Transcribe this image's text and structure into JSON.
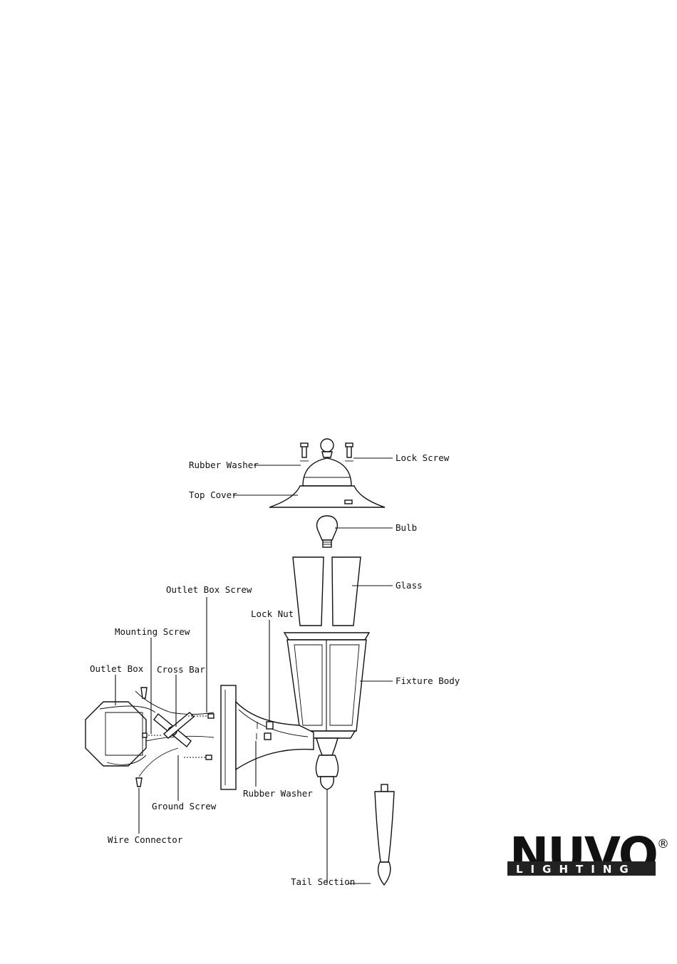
{
  "labels": {
    "rubber_washer_top": "Rubber Washer",
    "lock_screw": "Lock Screw",
    "top_cover": "Top Cover",
    "bulb": "Bulb",
    "glass": "Glass",
    "outlet_box_screw": "Outlet Box Screw",
    "lock_nut": "Lock Nut",
    "mounting_screw": "Mounting Screw",
    "outlet_box": "Outlet Box",
    "cross_bar": "Cross Bar",
    "fixture_body": "Fixture Body",
    "rubber_washer_bottom": "Rubber Washer",
    "ground_screw": "Ground Screw",
    "wire_connector": "Wire Connector",
    "tail_section": "Tail Section"
  },
  "logo": {
    "name": "NUVO",
    "sub": "LIGHTING",
    "registered": "®"
  }
}
